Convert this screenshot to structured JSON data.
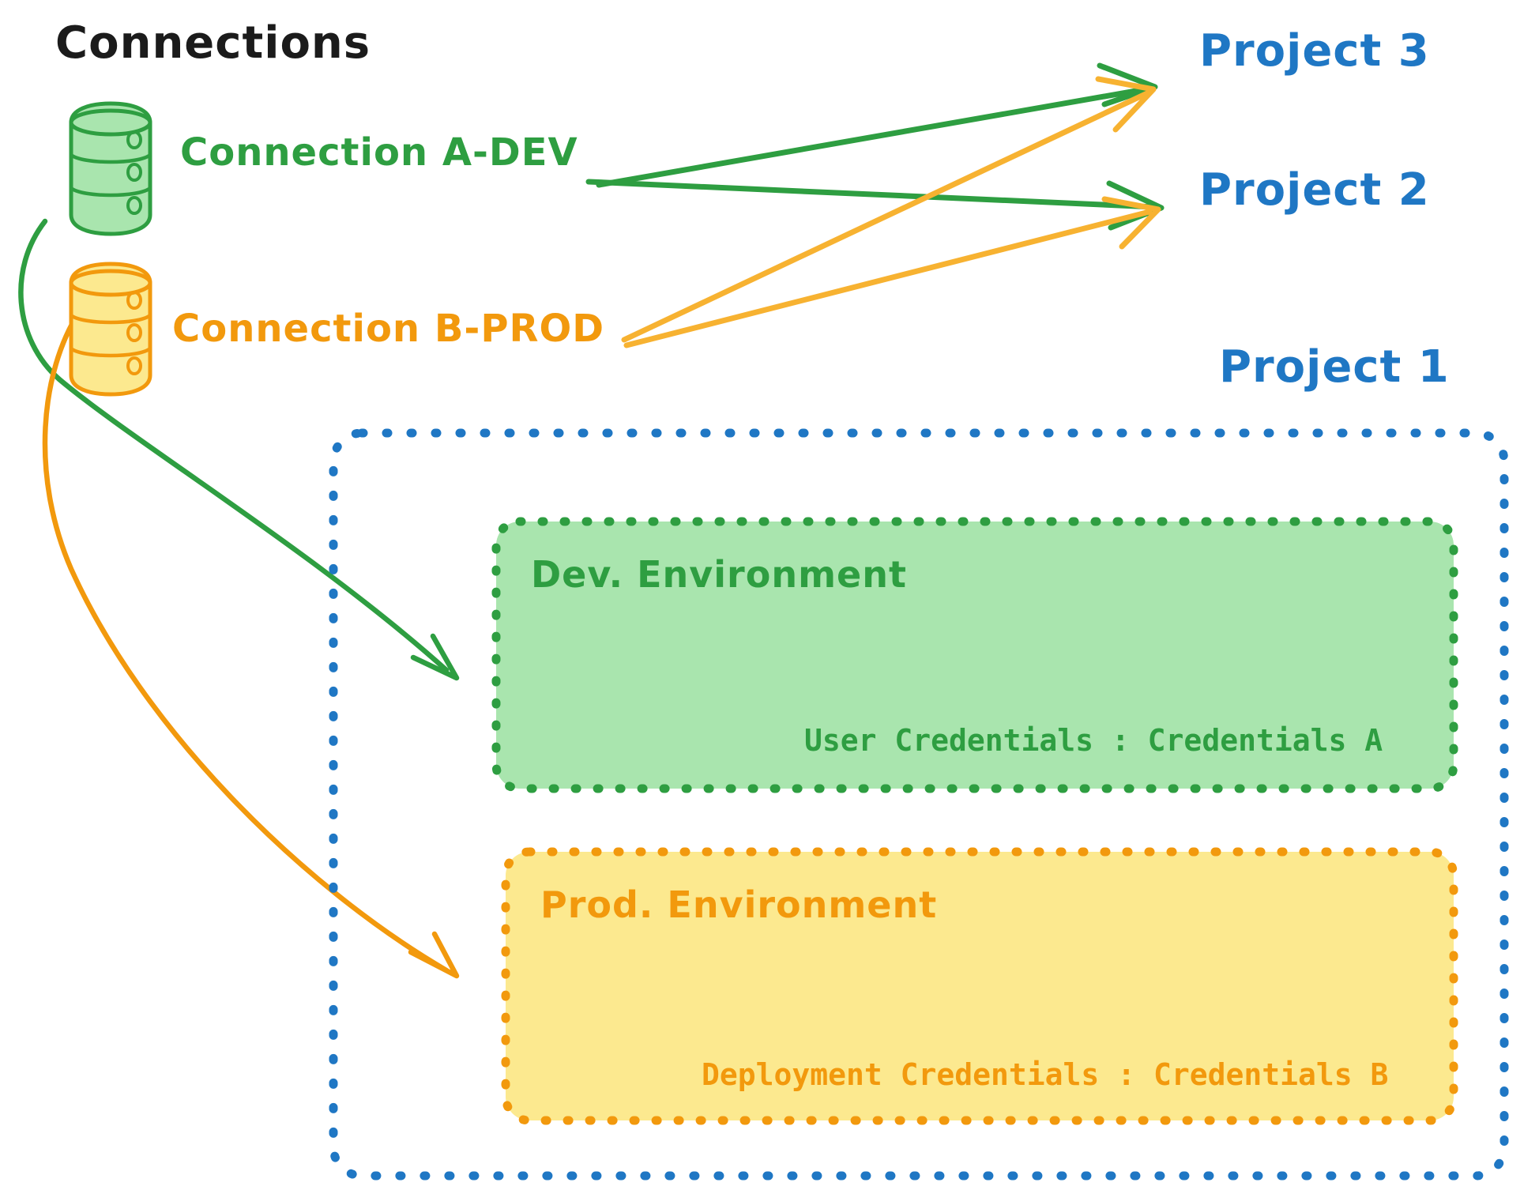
{
  "diagram": {
    "title": "Connections",
    "colors": {
      "title": "#1b1b1b",
      "dev_green": "#2e9e41",
      "dev_green_fill": "#a9e5ae",
      "prod_orange": "#f2990d",
      "prod_orange_fill": "#fce98f",
      "project_blue": "#1f77c4"
    },
    "connections": [
      {
        "id": "a-dev",
        "label": "Connection A-DEV",
        "color": "#2e9e41",
        "icon": "database-icon"
      },
      {
        "id": "b-prod",
        "label": "Connection B-PROD",
        "color": "#f2990d",
        "icon": "database-icon"
      }
    ],
    "projects": [
      {
        "id": "project-3",
        "label": "Project 3"
      },
      {
        "id": "project-2",
        "label": "Project 2"
      },
      {
        "id": "project-1",
        "label": "Project 1"
      }
    ],
    "environments": [
      {
        "id": "dev",
        "label": "Dev. Environment",
        "credentials_label": "User Credentials : Credentials A",
        "color": "#2e9e41",
        "fill": "#a9e5ae"
      },
      {
        "id": "prod",
        "label": "Prod. Environment",
        "credentials_label": "Deployment Credentials : Credentials B",
        "color": "#f2990d",
        "fill": "#fce98f"
      }
    ],
    "edges": [
      {
        "from": "a-dev",
        "to": "project-3",
        "color": "#2e9e41"
      },
      {
        "from": "a-dev",
        "to": "project-2",
        "color": "#2e9e41"
      },
      {
        "from": "b-prod",
        "to": "project-3",
        "color": "#f2990d"
      },
      {
        "from": "b-prod",
        "to": "project-2",
        "color": "#f2990d"
      },
      {
        "from": "a-dev",
        "to": "dev",
        "color": "#2e9e41"
      },
      {
        "from": "b-prod",
        "to": "prod",
        "color": "#f2990d"
      }
    ]
  }
}
